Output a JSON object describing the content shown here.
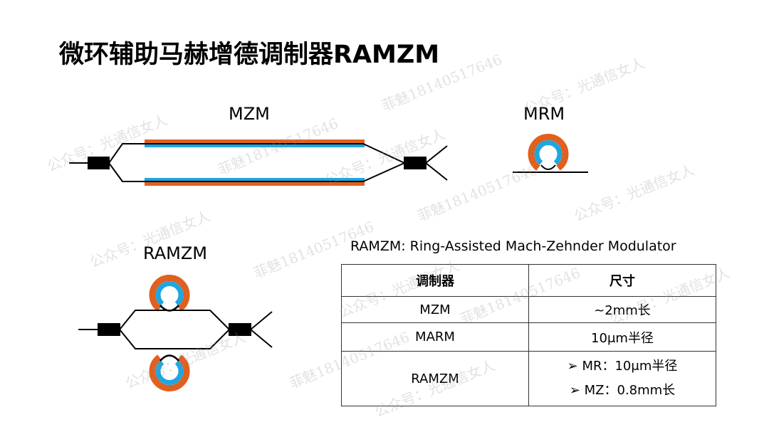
{
  "title": "微环辅助马赫增德调制器RAMZM",
  "diagrams": {
    "mzm_label": "MZM",
    "mrm_label": "MRM",
    "ramzm_label": "RAMZM"
  },
  "subtitle": "RAMZM: Ring-Assisted Mach-Zehnder Modulator",
  "table": {
    "headers": [
      "调制器",
      "尺寸"
    ],
    "rows": [
      {
        "name": "MZM",
        "size": "~2mm长"
      },
      {
        "name": "MARM",
        "size": "10μm半径"
      },
      {
        "name": "RAMZM",
        "size_items": [
          "MR：10μm半径",
          "MZ：0.8mm长"
        ]
      }
    ]
  },
  "watermarks": [
    "公众号：光通信女人",
    "菲魅18140517646"
  ],
  "colors": {
    "electrode": "#e0601f",
    "waveguide_core": "#1ea6e0",
    "line": "#000000"
  }
}
